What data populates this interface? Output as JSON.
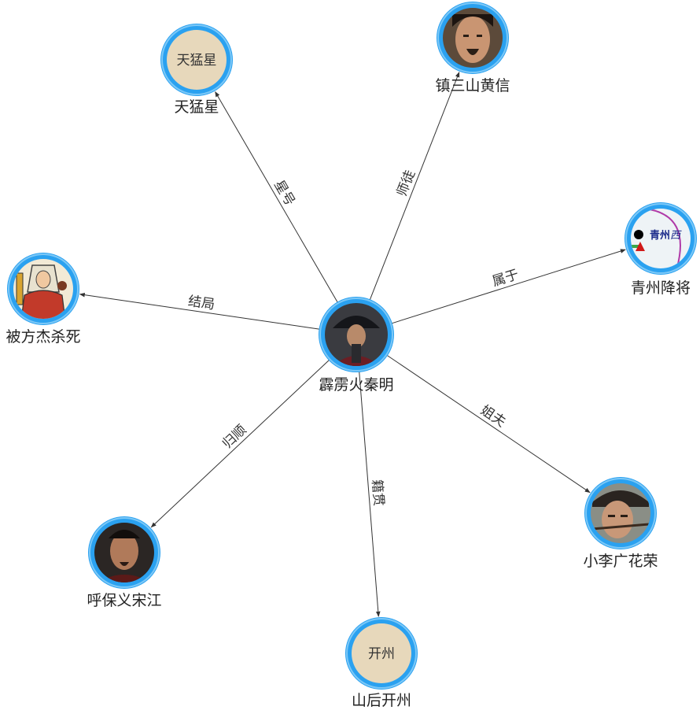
{
  "colors": {
    "ring": "#2aa1f0",
    "ring_light": "#7cc8f7",
    "text_fill": "#e7d8bb",
    "edge": "#333333"
  },
  "center": {
    "id": "center",
    "label": "霹雳火秦明",
    "image": "portrait-helmeted-general"
  },
  "nodes": [
    {
      "id": "n1",
      "label": "天猛星",
      "inner_text": "天猛星",
      "image": "text"
    },
    {
      "id": "n2",
      "label": "镇三山黄信",
      "image": "portrait-bearded-man"
    },
    {
      "id": "n3",
      "label": "青州降将",
      "image": "map-icon",
      "map_text": "青州",
      "map_text2": "西"
    },
    {
      "id": "n4",
      "label": "小李广花荣",
      "image": "portrait-archer"
    },
    {
      "id": "n5",
      "label": "山后开州",
      "inner_text": "开州",
      "image": "text"
    },
    {
      "id": "n6",
      "label": "呼保义宋江",
      "image": "portrait-dark-robed-man"
    },
    {
      "id": "n7",
      "label": "被方杰杀死",
      "image": "portrait-warrior-drawing"
    }
  ],
  "edges": [
    {
      "source": "center",
      "target": "n1",
      "label": "星号"
    },
    {
      "source": "center",
      "target": "n2",
      "label": "师徒"
    },
    {
      "source": "center",
      "target": "n3",
      "label": "属于"
    },
    {
      "source": "center",
      "target": "n4",
      "label": "姐夫"
    },
    {
      "source": "center",
      "target": "n5",
      "label": "籍贯"
    },
    {
      "source": "center",
      "target": "n6",
      "label": "归顺"
    },
    {
      "source": "center",
      "target": "n7",
      "label": "结局"
    }
  ]
}
